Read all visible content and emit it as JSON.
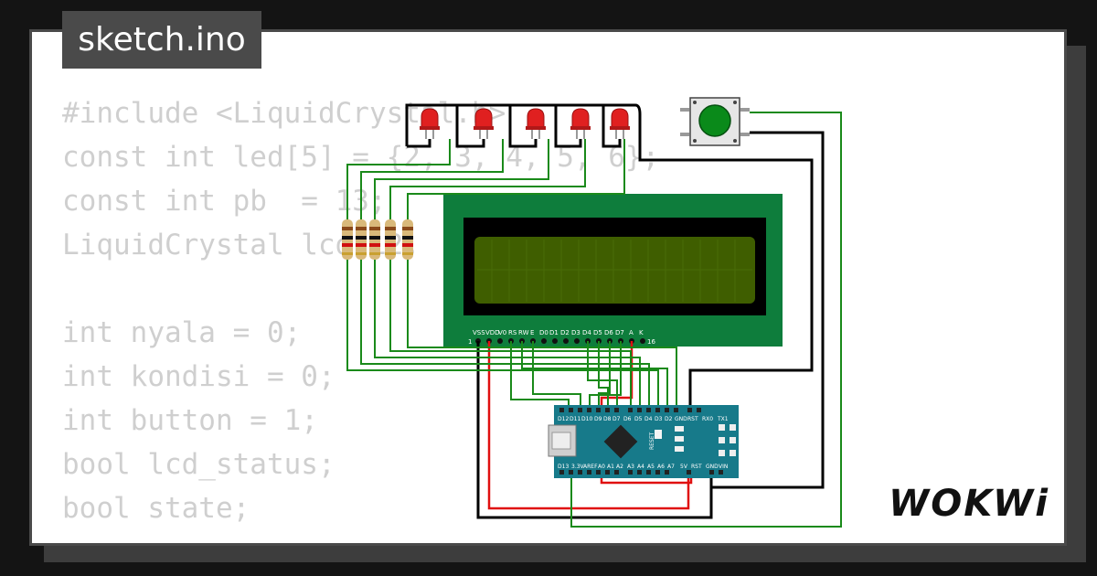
{
  "file_tab": {
    "label": "sketch.ino"
  },
  "code_lines": [
    "#include <LiquidCrystal.h>",
    "const int led[5] = {2, 3, 4, 5, 6};",
    "const int pb  = 13;",
    "LiquidCrystal lcd(12,",
    "",
    "int nyala = 0;",
    "int kondisi = 0;",
    "int button = 1;",
    "bool lcd_status;",
    "bool state;"
  ],
  "brand": {
    "text": "WOKWi"
  },
  "lcd": {
    "pin_labels": [
      "VSS",
      "VDD",
      "V0",
      "RS",
      "RW",
      "E",
      "D0",
      "D1",
      "D2",
      "D3",
      "D4",
      "D5",
      "D6",
      "D7",
      "A",
      "K"
    ],
    "pin_first": "1",
    "pin_last": "16"
  },
  "nano": {
    "top_pins": [
      "D12",
      "D11",
      "D10",
      "D9",
      "D8",
      "D7",
      "D6",
      "D5",
      "D4",
      "D3",
      "D2",
      "GND",
      "RST",
      "RX0",
      "TX1"
    ],
    "bottom_pins": [
      "D13",
      "3.3V",
      "AREF",
      "A0",
      "A1",
      "A2",
      "A3",
      "A4",
      "A5",
      "A6",
      "A7",
      "5V",
      "RST",
      "GND",
      "VIN"
    ],
    "reset_label": "RESET"
  },
  "colors": {
    "wire_green": "#1a8a1a",
    "wire_black": "#000000",
    "wire_red": "#e01010",
    "lcd_board": "#0e7d3c",
    "lcd_screen": "#3f5e00",
    "nano_board": "#177a8a",
    "led_red": "#e02020",
    "button_green": "#0a8a1a"
  }
}
